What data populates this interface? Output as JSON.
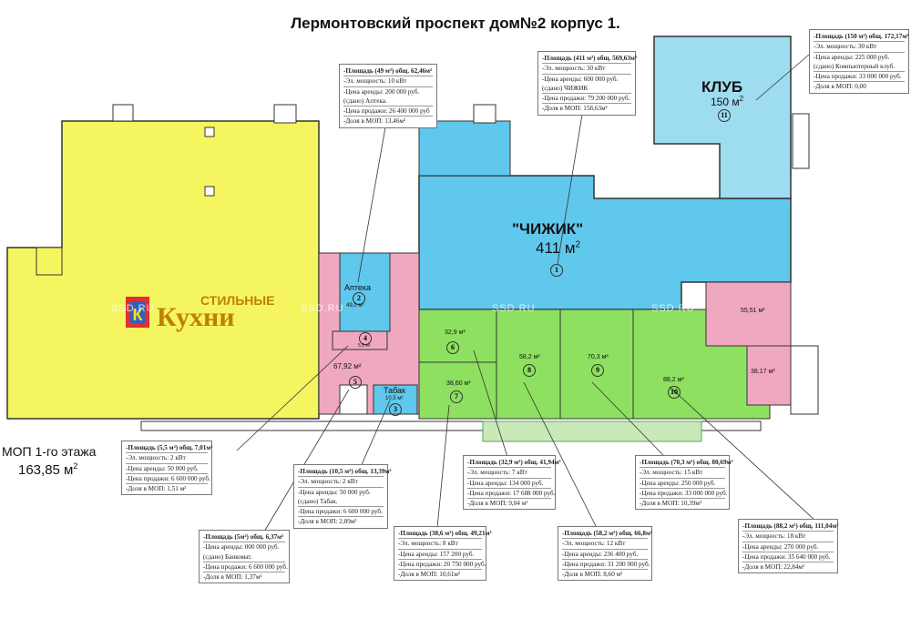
{
  "title": "Лермонтовский проспект дом№2 корпус 1.",
  "watermark": "SSD.RU",
  "logo": {
    "top": "СТИЛЬНЫЕ",
    "bottom": "Кухни"
  },
  "rooms": {
    "chizhik": {
      "name": "\"ЧИЖИК\"",
      "area": "411 м",
      "sup": "2",
      "num": "1"
    },
    "club": {
      "name": "КЛУБ",
      "area": "150 м",
      "sup": "2",
      "num": "11"
    },
    "apteka": {
      "name": "Аптека",
      "num": "2",
      "area": "49,0 м²"
    },
    "r4": {
      "num": "4",
      "area": "5,5 м²"
    },
    "hall": {
      "area": "67,92 м²"
    },
    "r5": {
      "num": "5"
    },
    "tabak": {
      "name": "Табак",
      "area": "10,5 м²",
      "num": "3"
    },
    "r6": {
      "area": "32,9 м²",
      "num": "6"
    },
    "r7": {
      "area": "38,60 м²",
      "num": "7"
    },
    "r8": {
      "area": "58,2 м²",
      "num": "8"
    },
    "r9": {
      "area": "70,3 м²",
      "num": "9"
    },
    "r10": {
      "area": "88,2 м²",
      "num": "10"
    },
    "pink": {
      "area": "55,51 м²"
    },
    "r38": {
      "area": "38,17 м²"
    }
  },
  "mop": {
    "line1": "МОП 1-го этажа",
    "line2": "163,85 м",
    "sup": "2"
  },
  "cards": [
    {
      "id": "c2",
      "rows": [
        "-Площадь (49 м²) общ. 62,46м²",
        "-Эл. мощность: 10 кВт",
        "-Цена аренды: 200 000 руб. (сдано) Аптека.",
        "-Цена продажи: 26 400 000 руб",
        "-Доля в МОП: 13,46м²"
      ]
    },
    {
      "id": "c1",
      "rows": [
        "-Площадь (411 м²) общ. 569,63м²",
        "-Эл. мощность: 30 кВт",
        "-Цена аренды: 600 000 руб. (сдано) ЧИЖИК",
        "-Цена продажи: 79 200 000 руб.",
        "-Доля в МОП: 158,63м²"
      ]
    },
    {
      "id": "c11",
      "rows": [
        "-Площадь (150 м²) общ. 172,17м²",
        "-Эл. мощность: 30 кВт",
        "-Цена аренды: 225 000 руб. (сдано) Компьютерный клуб.",
        "-Цена продажи: 33 000 000 руб.",
        "-Доля в МОП: 0,00"
      ]
    },
    {
      "id": "c4",
      "rows": [
        "-Площадь (5,5 м²) общ. 7,01м²",
        "-Эл. мощность: 2 кВт",
        "-Цена аренды: 50 000 руб.",
        "-Цена продажи: 6 600 000 руб.",
        "-Доля в МОП: 1,51 м²"
      ]
    },
    {
      "id": "c3",
      "rows": [
        "-Площадь (10,5 м²) общ. 13,39м²",
        "-Эл. мощность: 2 кВт",
        "-Цена аренды: 50 000 руб. (сдано) Табак.",
        "-Цена продажи: 6 600 000 руб.",
        "-Доля в МОП: 2,89м²"
      ]
    },
    {
      "id": "c5",
      "rows": [
        "-Площадь (5м²) общ. 6,37м²",
        "-Цена аренды: 000 000 руб. (сдано) Банкомат.",
        "-Цена продажи: 6 600 000 руб.",
        "-Доля в МОП: 1,37м²"
      ]
    },
    {
      "id": "c6",
      "rows": [
        "-Площадь (32,9 м²) общ. 41,94м²",
        "-Эл. мощность: 7 кВт",
        "-Цена аренды: 134 000 руб.",
        "-Цена продажи: 17 688 000 руб.",
        "-Доля в МОП: 9,04 м²"
      ]
    },
    {
      "id": "c7",
      "rows": [
        "-Площадь (38,6 м²) общ. 49,21м²",
        "-Эл. мощность: 8 кВт",
        "-Цена аренды: 157 200 руб.",
        "-Цена продажи: 20 750 000 руб.",
        "-Доля в МОП: 10,61м²"
      ]
    },
    {
      "id": "c8",
      "rows": [
        "-Площадь (58,2 м²) общ. 66,8м²",
        "-Эл. мощность: 12 кВт",
        "-Цена аренды: 236 400 руб.",
        "-Цена продажи: 31 200 000 руб.",
        "-Доля в МОП: 8,60 м²"
      ]
    },
    {
      "id": "c9",
      "rows": [
        "-Площадь (70,3 м²) общ. 80,69м²",
        "-Эл. мощность: 15 кВт",
        "-Цена аренды: 250 000 руб.",
        "-Цена продажи: 33 000 000 руб.",
        "-Доля в МОП: 10,39м²"
      ]
    },
    {
      "id": "c10",
      "rows": [
        "-Площадь (88,2 м²) общ. 111,04м²",
        "-Эл. мощность: 18 кВт",
        "-Цена аренды: 270 000 руб.",
        "-Цена продажи: 35 640 000 руб.",
        "-Доля в МОП: 22,84м²"
      ]
    }
  ],
  "colors": {
    "yellow": "#f5f560",
    "blue": "#5fc8ec",
    "lightblue": "#9edcf0",
    "green": "#8ee060",
    "pink": "#f0a8c0",
    "outline": "#333333"
  }
}
